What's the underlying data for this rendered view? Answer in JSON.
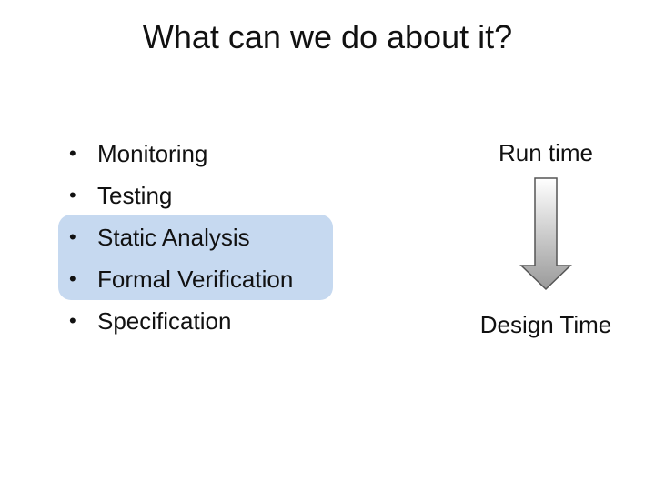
{
  "slide": {
    "title": "What can we do about it?",
    "bullet_char": "•",
    "bullets": [
      "Monitoring",
      "Testing",
      "Static Analysis",
      "Formal Verification",
      "Specification"
    ],
    "highlighted_items": [
      "Static Analysis",
      "Formal Verification"
    ],
    "arrow_top_label": "Run time",
    "arrow_bottom_label": "Design Time",
    "arrow_direction": "down"
  },
  "colors": {
    "highlight_fill": "#c6d9f0",
    "arrow_fill_top": "#ffffff",
    "arrow_fill_bottom": "#9a9a9a",
    "arrow_stroke": "#555555",
    "text": "#111111"
  }
}
